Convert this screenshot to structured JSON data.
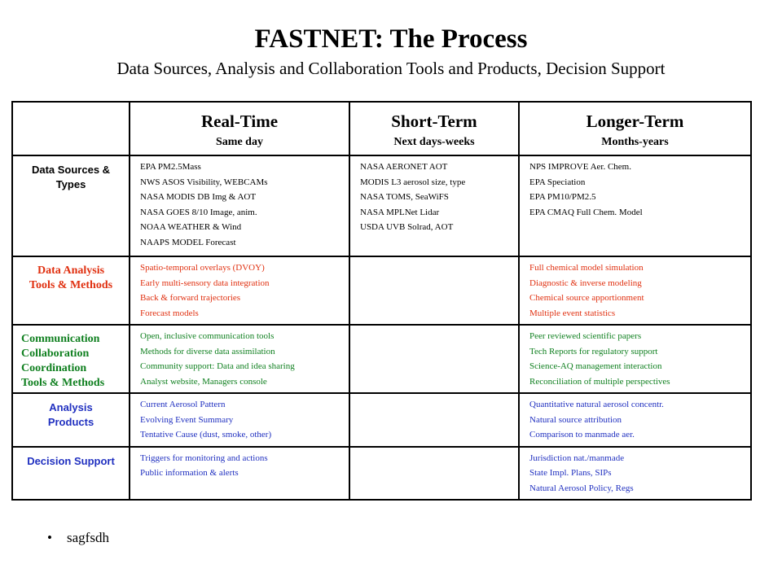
{
  "title": "FASTNET: The Process",
  "subtitle": "Data Sources, Analysis and Collaboration Tools and Products, Decision Support",
  "columns": [
    {
      "label": "Real-Time",
      "sub": "Same day"
    },
    {
      "label": "Short-Term",
      "sub": "Next days-weeks"
    },
    {
      "label": "Longer-Term",
      "sub": "Months-years"
    }
  ],
  "colors": {
    "black": "#000000",
    "red": "#e03010",
    "green": "#108020",
    "blue": "#2030c0"
  },
  "rows": [
    {
      "label_lines": [
        "Data Sources &",
        "Types"
      ],
      "color": "black",
      "realtime": [
        "EPA PM2.5Mass",
        "NWS ASOS Visibility,  WEBCAMs",
        "NASA  MODIS DB Img & AOT",
        "NASA  GOES  8/10 Image, anim.",
        "NOAA  WEATHER  & Wind",
        "NAAPS  MODEL  Forecast"
      ],
      "shortterm": [
        "NASA  AERONET AOT",
        "MODIS L3 aerosol size,  type",
        "NASA  TOMS, SeaWiFS",
        "NASA  MPLNet Lidar",
        "USDA  UVB Solrad, AOT"
      ],
      "longerterm": [
        "NPS  IMPROVE Aer.  Chem.",
        "EPA Speciation",
        "EPA PM10/PM2.5",
        "EPA CMAQ Full Chem. Model"
      ]
    },
    {
      "label_lines": [
        "Data Analysis",
        "Tools & Methods"
      ],
      "color": "red",
      "realtime": [
        "Spatio-temporal overlays (DVOY)",
        "Early multi-sensory  data integration",
        "Back & forward trajectories",
        "Forecast models"
      ],
      "shortterm": [],
      "longerterm": [
        "Full chemical model simulation",
        "Diagnostic  &  inverse modeling",
        "Chemical source apportionment",
        "Multiple event statistics"
      ]
    },
    {
      "label_lines": [
        "Communication",
        "Collaboration",
        "Coordination",
        "Tools & Methods"
      ],
      "color": "green",
      "realtime": [
        "Open, inclusive communication tools",
        "Methods for diverse data assimilation",
        "Community support: Data and idea sharing",
        "Analyst website, Managers console"
      ],
      "shortterm": [],
      "longerterm": [
        "Peer reviewed  scientific papers",
        "Tech Reports for regulatory support",
        "Science-AQ  management interaction",
        "Reconciliation of multiple perspectives"
      ]
    },
    {
      "label_lines": [
        "Analysis",
        "Products"
      ],
      "color": "blue",
      "realtime": [
        "Current Aerosol  Pattern",
        "Evolving Event Summary",
        "Tentative Cause (dust, smoke, other)"
      ],
      "shortterm": [],
      "longerterm": [
        "Quantitative natural aerosol concentr.",
        "Natural source  attribution",
        "Comparison to manmade aer."
      ]
    },
    {
      "label_lines": [
        "Decision Support"
      ],
      "color": "blue",
      "realtime": [
        "Triggers  for monitoring and actions",
        "Public information & alerts"
      ],
      "shortterm": [],
      "longerterm": [
        "Jurisdiction nat./manmade",
        "State Impl. Plans, SIPs",
        "Natural Aerosol  Policy,  Regs"
      ]
    }
  ],
  "bullet": {
    "symbol": "•",
    "text": "sagfsdh"
  }
}
